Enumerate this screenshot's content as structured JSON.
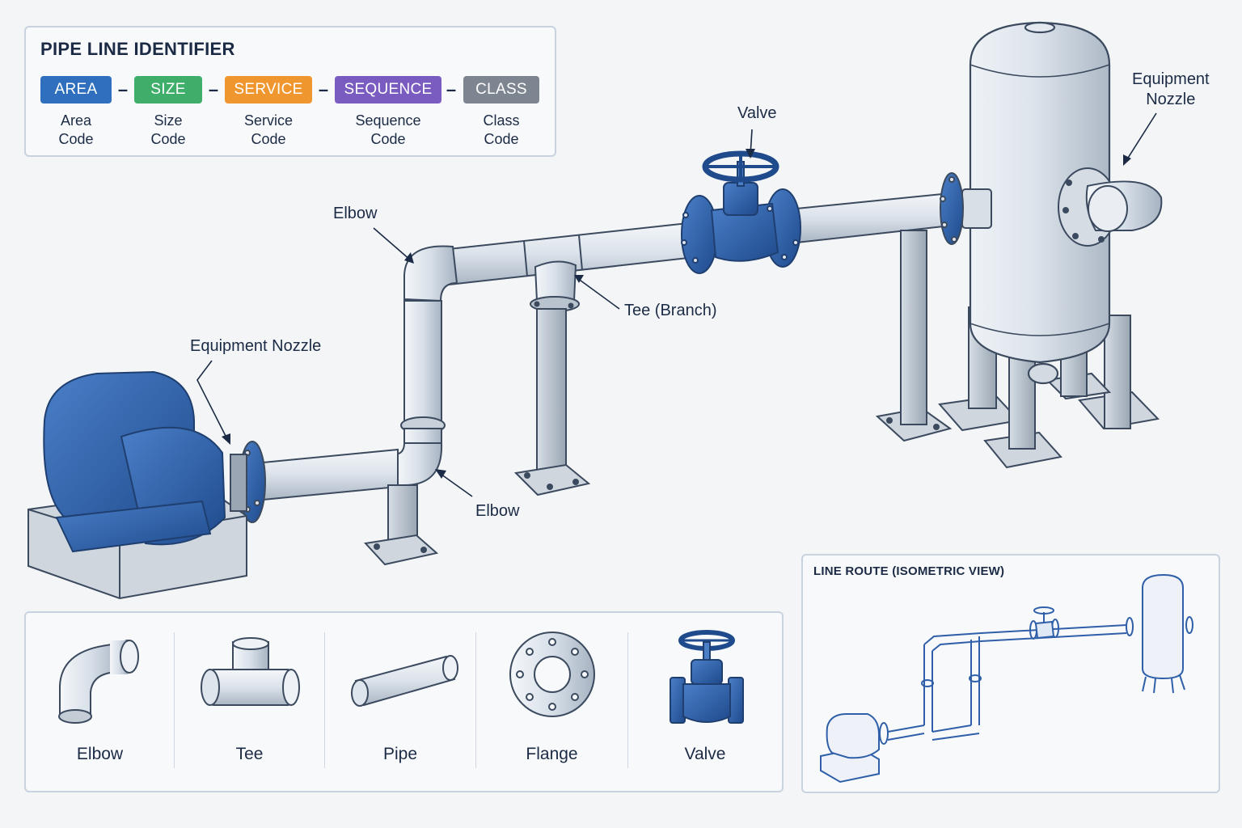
{
  "identifier": {
    "title": "PIPE LINE IDENTIFIER",
    "chips": [
      {
        "label": "AREA",
        "caption_1": "Area",
        "caption_2": "Code",
        "color": "#2f6fbd"
      },
      {
        "label": "SIZE",
        "caption_1": "Size",
        "caption_2": "Code",
        "color": "#3fae6a"
      },
      {
        "label": "SERVICE",
        "caption_1": "Service",
        "caption_2": "Code",
        "color": "#f0962f"
      },
      {
        "label": "SEQUENCE",
        "caption_1": "Sequence",
        "caption_2": "Code",
        "color": "#7a5bc0"
      },
      {
        "label": "CLASS",
        "caption_1": "Class",
        "caption_2": "Code",
        "color": "#7d8590"
      }
    ],
    "separator": "–"
  },
  "callouts": {
    "valve": "Valve",
    "equipment_nozzle_top_1": "Equipment",
    "equipment_nozzle_top_2": "Nozzle",
    "elbow_upper": "Elbow",
    "tee_branch": "Tee (Branch)",
    "equipment_nozzle_pump": "Equipment Nozzle",
    "elbow_lower": "Elbow"
  },
  "legend": {
    "items": [
      {
        "label": "Elbow",
        "icon": "elbow-icon"
      },
      {
        "label": "Tee",
        "icon": "tee-icon"
      },
      {
        "label": "Pipe",
        "icon": "pipe-icon"
      },
      {
        "label": "Flange",
        "icon": "flange-icon"
      },
      {
        "label": "Valve",
        "icon": "valve-icon"
      }
    ]
  },
  "isometric": {
    "title": "LINE ROUTE (ISOMETRIC VIEW)"
  },
  "colors": {
    "pipe": "#dfe5ec",
    "steel_blue": "#2f62ae",
    "outline": "#3b4a5e",
    "iso_line": "#2f5fa8"
  }
}
